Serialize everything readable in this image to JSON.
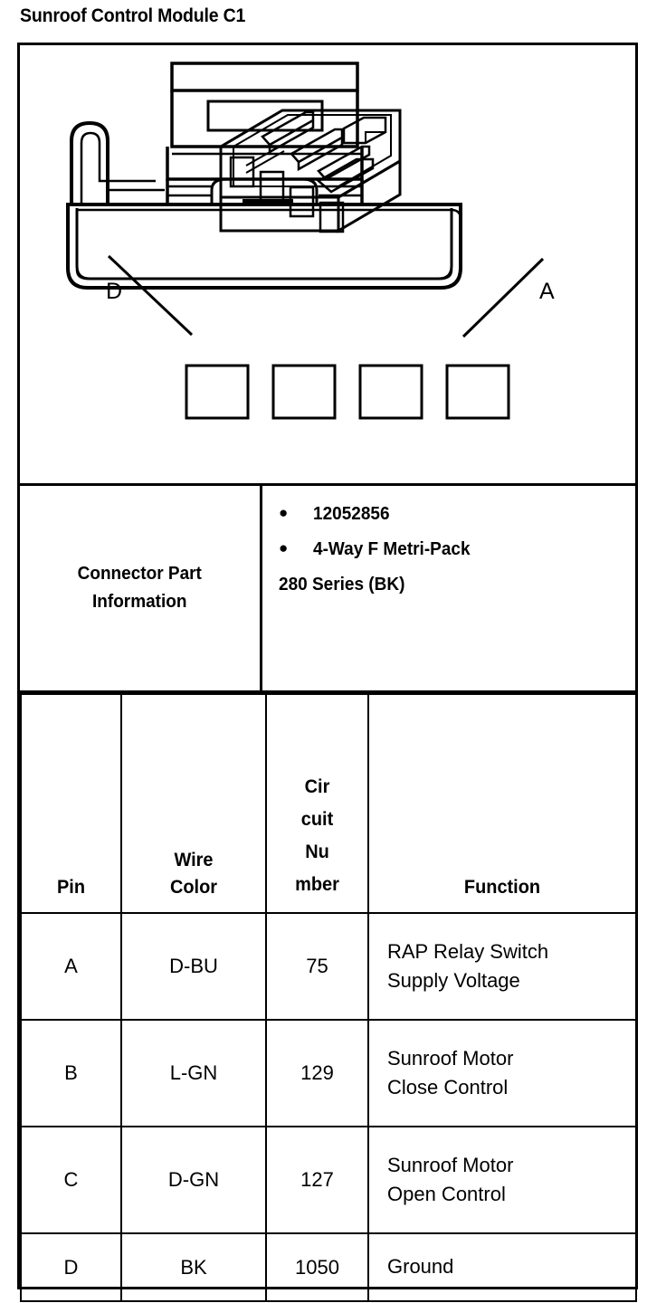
{
  "page": {
    "title": "Sunroof Control Module C1"
  },
  "diagram": {
    "caption_icons": [
      "connector-isometric-view",
      "connector-front-face-view"
    ],
    "callouts": [
      {
        "label": "D",
        "points_to": "cavity-1-leftmost"
      },
      {
        "label": "A",
        "points_to": "cavity-4-rightmost"
      }
    ],
    "cavity_count": 4
  },
  "connector_info": {
    "row_label": "Connector Part\nInformation",
    "row_label_line1": "Connector Part",
    "row_label_line2": "Information",
    "bullets": [
      "12052856",
      "4-Way F Metri-Pack"
    ],
    "continuation": "280 Series (BK)"
  },
  "pin_table": {
    "headers": {
      "pin": "Pin",
      "wire_color_line1": "Wire",
      "wire_color_line2": "Color",
      "circuit_number_line1": "Cir",
      "circuit_number_line2": "cuit",
      "circuit_number_line3": "Nu",
      "circuit_number_line4": "mber",
      "function": "Function"
    },
    "rows": [
      {
        "pin": "A",
        "wire_color": "D-BU",
        "circuit_number": "75",
        "function_line1": "RAP Relay Switch",
        "function_line2": "Supply Voltage"
      },
      {
        "pin": "B",
        "wire_color": "L-GN",
        "circuit_number": "129",
        "function_line1": "Sunroof Motor",
        "function_line2": "Close Control"
      },
      {
        "pin": "C",
        "wire_color": "D-GN",
        "circuit_number": "127",
        "function_line1": "Sunroof Motor",
        "function_line2": "Open Control"
      },
      {
        "pin": "D",
        "wire_color": "BK",
        "circuit_number": "1050",
        "function_line1": "Ground",
        "function_line2": ""
      }
    ]
  },
  "colors": {
    "ink": "#000000",
    "paper": "#ffffff"
  }
}
